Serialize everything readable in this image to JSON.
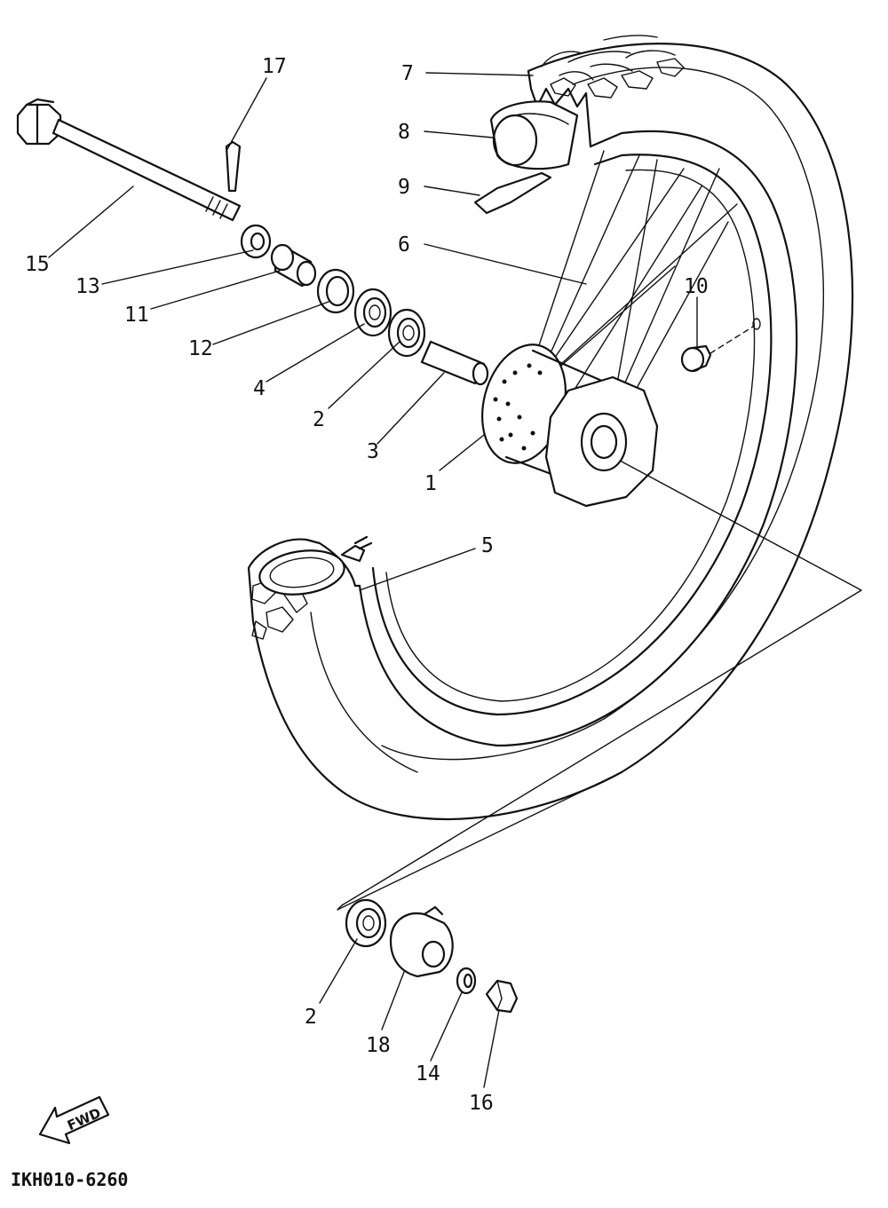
{
  "diagram": {
    "code": "IKH010-6260",
    "fwd_label": "FWD",
    "callouts": [
      {
        "id": "c17",
        "text": "17"
      },
      {
        "id": "c7",
        "text": "7"
      },
      {
        "id": "c8",
        "text": "8"
      },
      {
        "id": "c9",
        "text": "9"
      },
      {
        "id": "c15",
        "text": "15"
      },
      {
        "id": "c6",
        "text": "6"
      },
      {
        "id": "c13",
        "text": "13"
      },
      {
        "id": "c11",
        "text": "11"
      },
      {
        "id": "c10",
        "text": "10"
      },
      {
        "id": "c12",
        "text": "12"
      },
      {
        "id": "c4",
        "text": "4"
      },
      {
        "id": "c2a",
        "text": "2"
      },
      {
        "id": "c3",
        "text": "3"
      },
      {
        "id": "c1",
        "text": "1"
      },
      {
        "id": "c5",
        "text": "5"
      },
      {
        "id": "c2b",
        "text": "2"
      },
      {
        "id": "c18",
        "text": "18"
      },
      {
        "id": "c14",
        "text": "14"
      },
      {
        "id": "c16",
        "text": "16"
      }
    ]
  }
}
